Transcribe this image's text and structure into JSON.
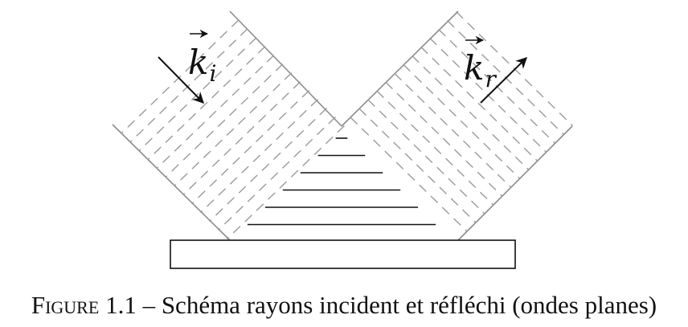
{
  "diagram": {
    "incident_wave_label": {
      "base": "k",
      "sub": "i"
    },
    "reflected_wave_label": {
      "base": "k",
      "sub": "r"
    }
  },
  "caption": {
    "figure_word": "Figure",
    "number": "1.1",
    "separator": "–",
    "text": "Schéma rayons incident et réfléchi (ondes planes)"
  },
  "colors": {
    "band_edge": "#8c8c8c",
    "dashes": "#9a9a9a",
    "interference_lines": "#111111",
    "surface_outline": "#111111",
    "text": "#111111"
  },
  "icons": [
    "incident-arrow-icon",
    "reflected-arrow-icon",
    "vector-arrow-icon"
  ]
}
